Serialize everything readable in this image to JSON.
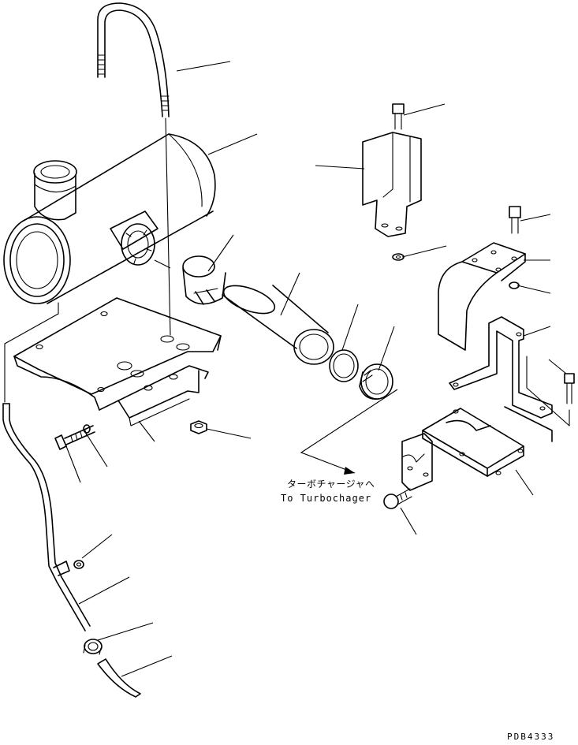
{
  "note": {
    "japanese": "ターボチャージャへ",
    "english": "To Turbochager"
  },
  "drawing_code": "PDB4333"
}
